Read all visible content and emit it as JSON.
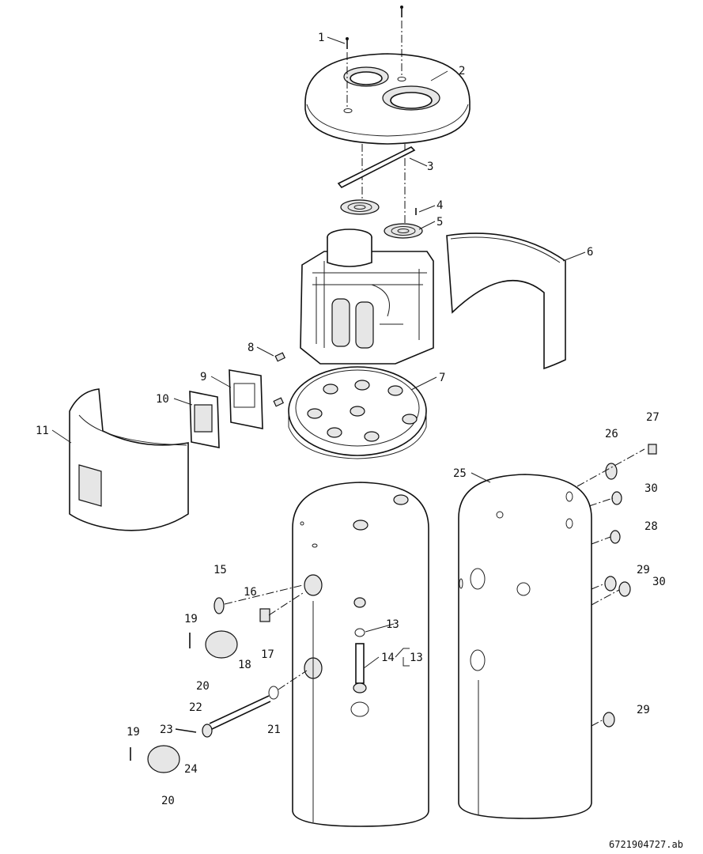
{
  "diagram_id": "6721904727.ab",
  "labels": [
    "1",
    "2",
    "3",
    "4",
    "5",
    "6",
    "7",
    "8",
    "9",
    "10",
    "11",
    "27",
    "26",
    "25",
    "30",
    "28",
    "29",
    "30",
    "15",
    "16",
    "19",
    "13",
    "17",
    "14",
    "13",
    "18",
    "20",
    "22",
    "21",
    "29",
    "23",
    "19",
    "24",
    "20"
  ]
}
